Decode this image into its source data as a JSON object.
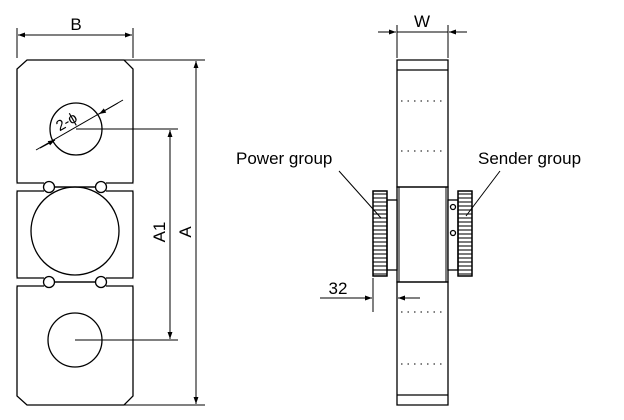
{
  "labels": {
    "b": "B",
    "a": "A",
    "a1": "A1",
    "hole": "2-ϕ",
    "w": "W",
    "power": "Power group",
    "sender": "Sender group",
    "dim_32": "32"
  }
}
